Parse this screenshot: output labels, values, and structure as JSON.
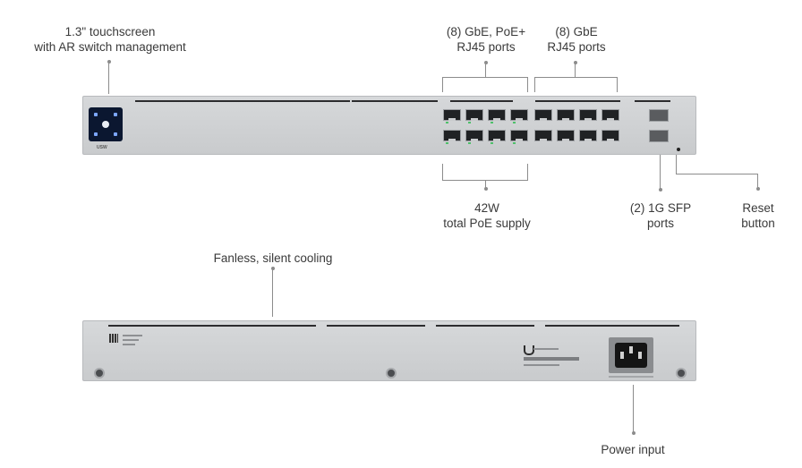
{
  "labels": {
    "touchscreen": [
      "1.3\" touchscreen",
      "with AR switch management"
    ],
    "poe_ports": [
      "(8) GbE, PoE+",
      "RJ45 ports"
    ],
    "gbe_ports": [
      "(8) GbE",
      "RJ45 ports"
    ],
    "poe_supply": [
      "42W",
      "total PoE supply"
    ],
    "sfp_ports": [
      "(2) 1G SFP",
      "ports"
    ],
    "reset": [
      "Reset",
      "button"
    ],
    "cooling": "Fanless, silent cooling",
    "power": "Power input"
  },
  "device": {
    "front_model_mark": "USW",
    "colors": {
      "chassis": "#cfd1d3",
      "screen": "#0b1730",
      "port": "#202224",
      "poe_led": "#4fc06b"
    }
  }
}
